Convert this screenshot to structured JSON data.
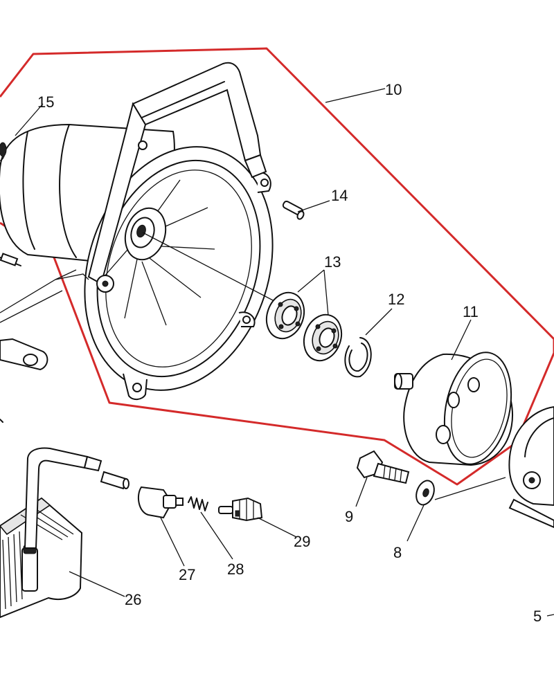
{
  "boundary_color": "#d42a2a",
  "callouts": {
    "c5": "5",
    "c8": "8",
    "c9": "9",
    "c10": "10",
    "c11": "11",
    "c12": "12",
    "c13": "13",
    "c14": "14",
    "c15": "15",
    "c26": "26",
    "c27": "27",
    "c28": "28",
    "c29": "29"
  }
}
